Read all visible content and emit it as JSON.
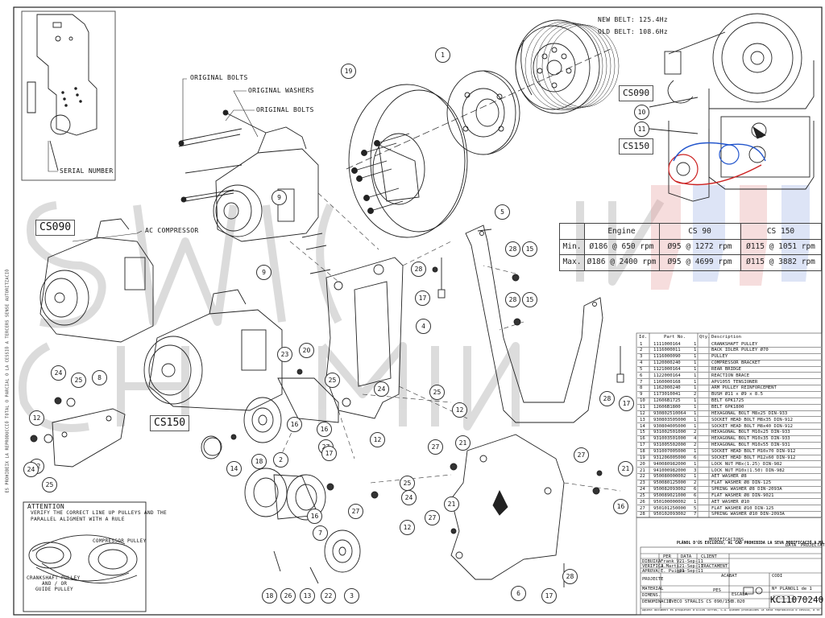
{
  "labels": {
    "original_bolts_top": "ORIGINAL BOLTS",
    "original_washers": "ORIGINAL WASHERS",
    "original_bolts_mid": "ORIGINAL BOLTS",
    "serial_number": "SERIAL NUMBER",
    "ac_compressor": "AC COMPRESSOR",
    "cs090_left": "CS090",
    "cs150_left": "CS150",
    "cs090_right": "CS090",
    "cs150_right": "CS150",
    "new_belt": "NEW BELT: 125.4Hz",
    "old_belt": "OLD BELT: 108.6Hz"
  },
  "attention": {
    "title": "ATTENTION",
    "line1": "VERIFY THE CORRECT LINE UP PULLEYS AND THE",
    "line2": "PARALLEL ALIGMENT WITH A RULE",
    "compressor_pulley": "COMPRESSOR PULLEY",
    "crankshaft_1": "CRANKSHAFT PULLEY",
    "crankshaft_2": "AND / OR",
    "crankshaft_3": "GUIDE PULLEY"
  },
  "speed_table": {
    "headers": [
      "Engine",
      "CS 90",
      "CS 150"
    ],
    "rows": [
      {
        "label": "Min.",
        "engine": "Ø186 @ 650 rpm",
        "cs90": "Ø95 @ 1272 rpm",
        "cs150": "Ø115 @ 1051 rpm"
      },
      {
        "label": "Max.",
        "engine": "Ø186 @ 2400 rpm",
        "cs90": "Ø95 @ 4699 rpm",
        "cs150": "Ø115 @ 3882 rpm"
      }
    ]
  },
  "bom": {
    "headers": {
      "id": "Id.",
      "part": "Part No.",
      "qty": "Qty.",
      "desc": "Description"
    },
    "rows": [
      {
        "id": "1",
        "part": "1111000164",
        "qty": "1",
        "desc": "CRANKSHAFT PULLEY"
      },
      {
        "id": "2",
        "part": "1116000011",
        "qty": "1",
        "desc": "BACK IDLER PULLEY Ø70"
      },
      {
        "id": "3",
        "part": "1116000090",
        "qty": "1",
        "desc": "PULLEY"
      },
      {
        "id": "4",
        "part": "1120000240",
        "qty": "1",
        "desc": "COMPRESSOR BRACKET"
      },
      {
        "id": "5",
        "part": "1121000164",
        "qty": "1",
        "desc": "REAR BRIDGE"
      },
      {
        "id": "6",
        "part": "1122000164",
        "qty": "1",
        "desc": "REACTION BRACE"
      },
      {
        "id": "7",
        "part": "1160000168",
        "qty": "1",
        "desc": "APV1055 TENSIONER"
      },
      {
        "id": "8",
        "part": "1162000240",
        "qty": "1",
        "desc": "ARM PULLEY REINFORCEMENT"
      },
      {
        "id": "9",
        "part": "1173010041",
        "qty": "2",
        "desc": "BUSH Ø11 x Ø9 x 8.5"
      },
      {
        "id": "10",
        "part": "12606B1725",
        "qty": "1",
        "desc": "BELT 6PK1725"
      },
      {
        "id": "11",
        "part": "12606B1800",
        "qty": "1",
        "desc": "BELT 6PK1800"
      },
      {
        "id": "12",
        "part": "930802510064",
        "qty": "1",
        "desc": "HEXAGONAL BOLT M8x25 DIN-933"
      },
      {
        "id": "13",
        "part": "930803505000",
        "qty": "1",
        "desc": "SOCKET HEAD BOLT M8x35 DIN-912"
      },
      {
        "id": "14",
        "part": "930804005000",
        "qty": "1",
        "desc": "SOCKET HEAD BOLT M8x40 DIN-912"
      },
      {
        "id": "15",
        "part": "931002501000",
        "qty": "2",
        "desc": "HEXAGONAL BOLT M10x25 DIN-933"
      },
      {
        "id": "16",
        "part": "931003501000",
        "qty": "4",
        "desc": "HEXAGONAL BOLT M10x35 DIN-933"
      },
      {
        "id": "17",
        "part": "931005502000",
        "qty": "2",
        "desc": "HEXAGONAL BOLT M10x55 DIN-931"
      },
      {
        "id": "18",
        "part": "931007005000",
        "qty": "1",
        "desc": "SOCKET HEAD BOLT M10x70 DIN-912"
      },
      {
        "id": "19",
        "part": "931206005000",
        "qty": "6",
        "desc": "SOCKET HEAD BOLT M12x60 DIN-912"
      },
      {
        "id": "20",
        "part": "940080982000",
        "qty": "1",
        "desc": "LOCK NUT M8x(1.25) DIN-982"
      },
      {
        "id": "21",
        "part": "941000982000",
        "qty": "3",
        "desc": "LOCK NUT M10x(1.50) DIN-982"
      },
      {
        "id": "22",
        "part": "950080000002",
        "qty": "1",
        "desc": "AET WASHER Ø8"
      },
      {
        "id": "23",
        "part": "950080125000",
        "qty": "2",
        "desc": "FLAT WASHER Ø8 DIN-125"
      },
      {
        "id": "24",
        "part": "950082093002",
        "qty": "6",
        "desc": "SPRING WASHER Ø8 DIN-2093A"
      },
      {
        "id": "25",
        "part": "950089021000",
        "qty": "6",
        "desc": "FLAT WASHER Ø8 DIN-9021"
      },
      {
        "id": "26",
        "part": "950100000002",
        "qty": "1",
        "desc": "AET WASHER Ø10"
      },
      {
        "id": "27",
        "part": "950101250000",
        "qty": "5",
        "desc": "FLAT WASHER Ø10 DIN-125"
      },
      {
        "id": "28",
        "part": "950102093002",
        "qty": "7",
        "desc": "SPRING WASHER Ø10 DIN-2093A"
      }
    ]
  },
  "title_block": {
    "warning": "PLÀNOL D'ÚS EXCLUSIU, AL CAD PROHIBIDA LA SEVA MODIFICACIÓ A MÀ",
    "modifications": "MODIFICACIONS",
    "data": "DATA",
    "projectat": "PROJECTAT",
    "per": "PER",
    "client": "CLIENT",
    "dibuixa": "DIBUIXA",
    "dibuixa_per": "Frank V.",
    "dibuixa_data": "21-Sep-11",
    "verifica": "VERIFICA",
    "verifica_per": "J.Martí",
    "verifica_data": "21-Sep-11",
    "aprova": "APROVA",
    "aprova_per": "E. Puigpà",
    "aprova_data": "21-Sep-11",
    "tractament": "TRACTAMENT",
    "projecte": "PROJECTE",
    "acabat": "ACABAT",
    "codi": "CODI",
    "material": "MATERIAL",
    "dimensions": "DIMENS.",
    "pes": "PES",
    "escala": "ESCALA",
    "escala_val": "0.020",
    "n_planol": "Nº PLÀNOL",
    "full": "1 de 1",
    "denominacio": "DENOMINACIÓ",
    "denominacio_val": "IVECO STRALIS  CS 090/150",
    "drawing_number": "KC11070240",
    "footer": "Aquest document és propietat d'Oliva Torras, S.A. Queden prohibides la seva reproducció o cessió, a terceres persones sense autorització prèvia."
  },
  "callouts": [
    "1",
    "2",
    "3",
    "4",
    "5",
    "6",
    "7",
    "8",
    "9",
    "10",
    "11",
    "12",
    "13",
    "14",
    "15",
    "16",
    "17",
    "18",
    "19",
    "20",
    "21",
    "22",
    "23",
    "24",
    "25",
    "26",
    "27",
    "28"
  ],
  "side_text": "ES PROHIBEIX LA REPRODUCCIÓ TOTAL O PARCIAL O LA CESSIÓ A TERCERS SENSE AUTORITZACIÓ",
  "colors": {
    "line": "#1a1a1a",
    "accent_red": "#d64040",
    "accent_blue": "#5a7dd0",
    "watermark": "#e6e6e6"
  },
  "icons": [
    "crankshaft-pulley-icon",
    "compressor-icon",
    "tensioner-icon",
    "bracket-icon",
    "engine-view-icon",
    "oliva-torras-logo-icon"
  ]
}
